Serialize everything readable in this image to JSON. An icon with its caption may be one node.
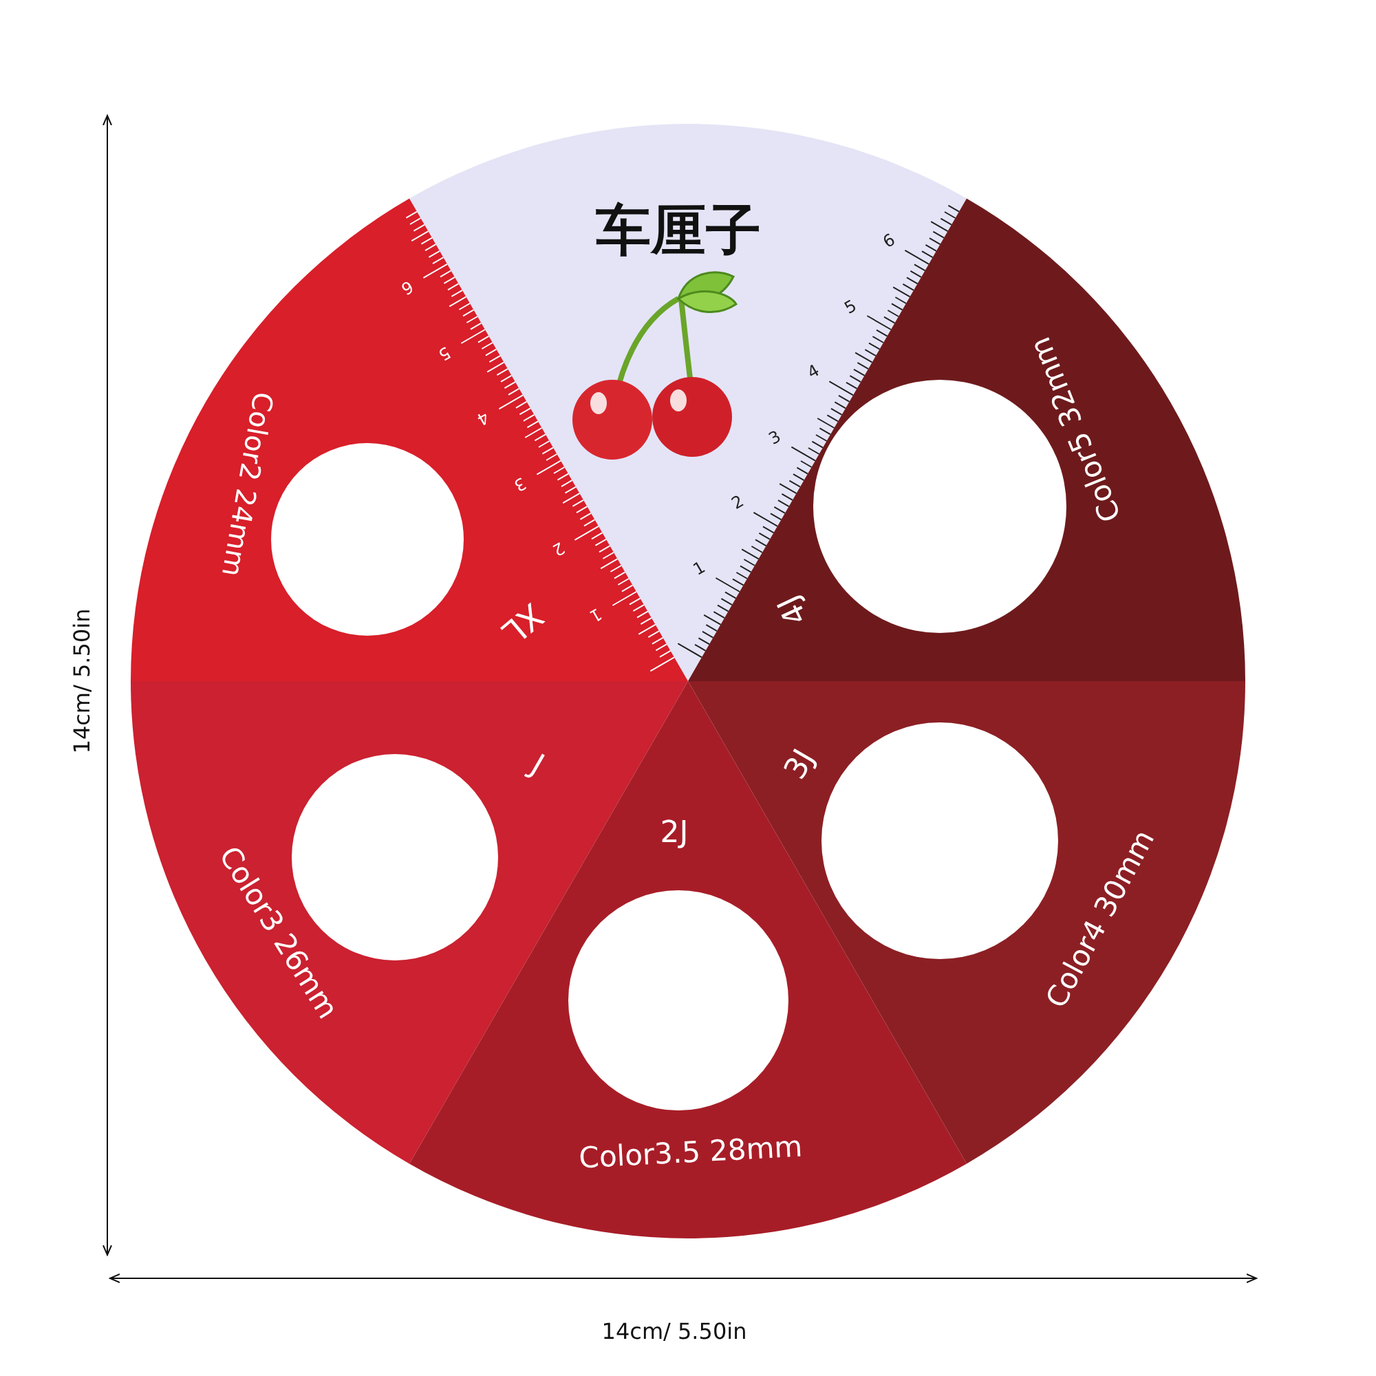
{
  "diagram": {
    "nodes": [
      {
        "text": [
          "车厘子"
        ]
      },
      {
        "text": [
          "XL",
          "Color2 24mm"
        ]
      },
      {
        "text": [
          "4J",
          "Color5 32mm"
        ]
      },
      {
        "text": [
          "J",
          "Color3 26mm"
        ]
      },
      {
        "text": [
          "2J",
          "Color3.5 28mm"
        ]
      },
      {
        "text": [
          "3J",
          "Color4 30mm"
        ]
      },
      {
        "text": [],
        "shape": "circle",
        "in": 1
      },
      {
        "text": [],
        "shape": "circle",
        "in": 2
      },
      {
        "text": [],
        "shape": "circle",
        "in": 3
      },
      {
        "text": [],
        "shape": "circle",
        "in": 4
      },
      {
        "text": [],
        "shape": "circle",
        "in": 5
      }
    ],
    "labels": [
      "1",
      "2",
      "3",
      "4",
      "5",
      "6",
      "1",
      "2",
      "3",
      "4",
      "5",
      "6",
      "14cm/ 5.50in",
      "14cm/ 5.50in"
    ]
  }
}
